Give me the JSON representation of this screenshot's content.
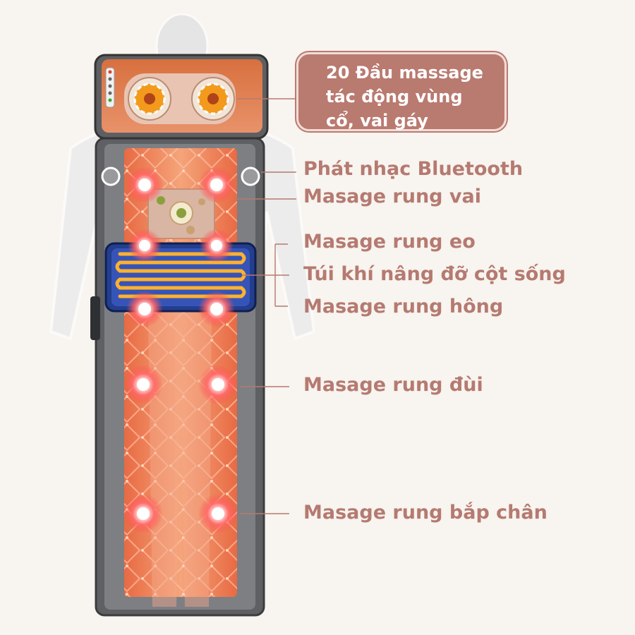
{
  "callout": {
    "lines": [
      "20 Đầu massage",
      "tác động vùng",
      "cổ, vai gáy"
    ]
  },
  "features": {
    "bluetooth": "Phát nhạc Bluetooth",
    "shoulder": "Masage rung vai",
    "waist": "Masage rung eo",
    "airbag": "Túi khí nâng đỡ cột sống",
    "hip": "Masage rung hông",
    "thigh": "Masage rung đùi",
    "calf": "Masage rung bắp chân"
  },
  "colors": {
    "background": "#f8f4f0",
    "accent_text": "#b57a70",
    "callout_fill": "#b97a70",
    "mat_orange": "#f08a5d",
    "mat_gray": "#6e6e70",
    "heat_yellow": "#ffb22e",
    "heat_pad_blue": "#233e8c"
  }
}
